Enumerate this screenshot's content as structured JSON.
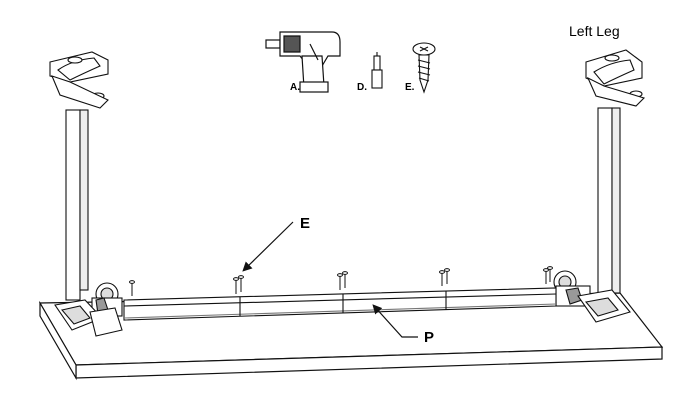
{
  "labels": {
    "tool_a": "A.",
    "tool_d": "D.",
    "tool_e": "E.",
    "left_leg": "Left Leg",
    "callout_e": "E",
    "callout_p": "P"
  },
  "colors": {
    "stroke": "#111111",
    "fill": "#ffffff",
    "shade": "#d9d9d9",
    "dark": "#6b6b6b"
  },
  "icons": [
    "drill-icon",
    "bit-icon",
    "screw-icon"
  ]
}
